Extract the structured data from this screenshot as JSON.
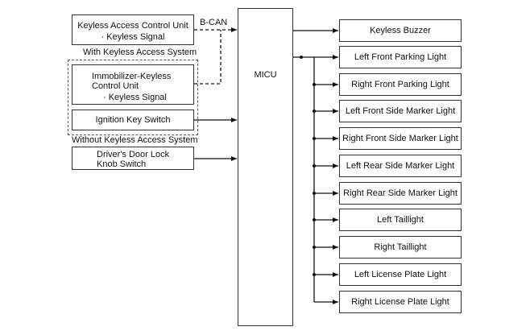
{
  "inputs": {
    "keyless_unit": {
      "line1": "Keyless Access Control Unit",
      "line2": "· Keyless Signal"
    },
    "with_keyless_label": "With Keyless Access System",
    "immobilizer_unit": {
      "line1": "Immobilizer-Keyless",
      "line2": "Control Unit",
      "line3": "· Keyless Signal"
    },
    "ignition_switch": "Ignition Key Switch",
    "without_keyless_label": "Without Keyless Access System",
    "door_lock_switch": {
      "line1": "Driver's Door Lock",
      "line2": "Knob Switch"
    }
  },
  "bus_label": "B-CAN",
  "micu_label": "MICU",
  "outputs": [
    "Keyless Buzzer",
    "Left Front Parking Light",
    "Right Front Parking Light",
    "Left Front Side Marker Light",
    "Right Front Side Marker Light",
    "Left Rear Side Marker Light",
    "Right Rear Side Marker Light",
    "Left Taillight",
    "Right Taillight",
    "Left License Plate Light",
    "Right License Plate Light"
  ]
}
